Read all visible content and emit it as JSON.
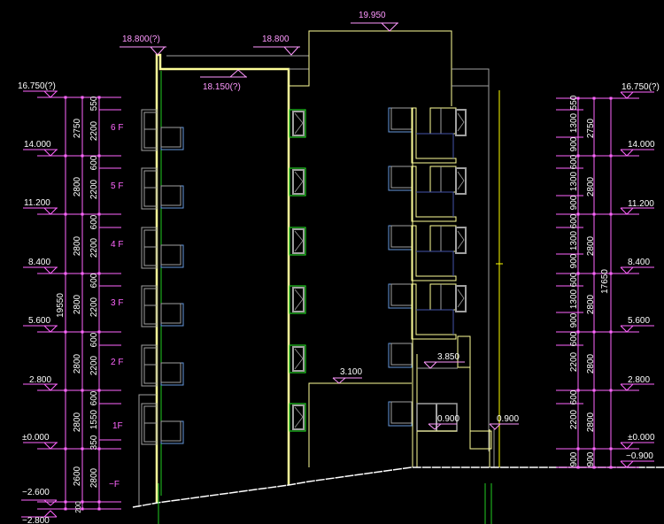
{
  "drawing": {
    "type": "building-elevation",
    "colors": {
      "background": "#000000",
      "dimension": "#ff66ff",
      "outline": "#ffff99",
      "accent_yellow": "#ffff00",
      "window_blue": "#6699dd",
      "window_green": "#22cc22",
      "frame_gray": "#a0a0a0",
      "ground": "#ffffff"
    },
    "top_labels": {
      "parapet_left": "18.800(?)",
      "roof_mid": "18.800",
      "roof_inner": "18.150(?)",
      "stair_top": "19.950"
    },
    "inner_labels": {
      "canopy": "3.100",
      "entry_top": "3.850",
      "entry_sill": "0.900",
      "ramp": "0.900"
    },
    "left_levels": [
      "16.750(?)",
      "14.000",
      "11.200",
      "8.400",
      "5.600",
      "2.800",
      "±0.000",
      "−2.600",
      "−2.800"
    ],
    "right_levels": [
      "16.750(?)",
      "14.000",
      "11.200",
      "8.400",
      "5.600",
      "2.800",
      "±0.000",
      "−0.900"
    ],
    "left_total_dim": "19550",
    "right_total_dim": "17650",
    "left_floor_dims": [
      "2750",
      "2800",
      "2800",
      "2800",
      "2800",
      "2800",
      "2600",
      "200"
    ],
    "left_window_dims": [
      "550",
      "2200",
      "600",
      "2200",
      "600",
      "2200",
      "600",
      "2200",
      "600",
      "2200",
      "600",
      "1550",
      "350",
      "2800"
    ],
    "right_floor_dims": [
      "2750",
      "2800",
      "2800",
      "2800",
      "2800",
      "2800",
      "900"
    ],
    "right_window_dims": [
      "550",
      "1300",
      "900",
      "600",
      "1300",
      "900",
      "600",
      "1300",
      "900",
      "600",
      "1300",
      "900",
      "600",
      "2200",
      "600",
      "2200",
      "900"
    ],
    "floors": [
      "6 F",
      "5 F",
      "4 F",
      "3 F",
      "2 F",
      "1F",
      "−F"
    ]
  }
}
